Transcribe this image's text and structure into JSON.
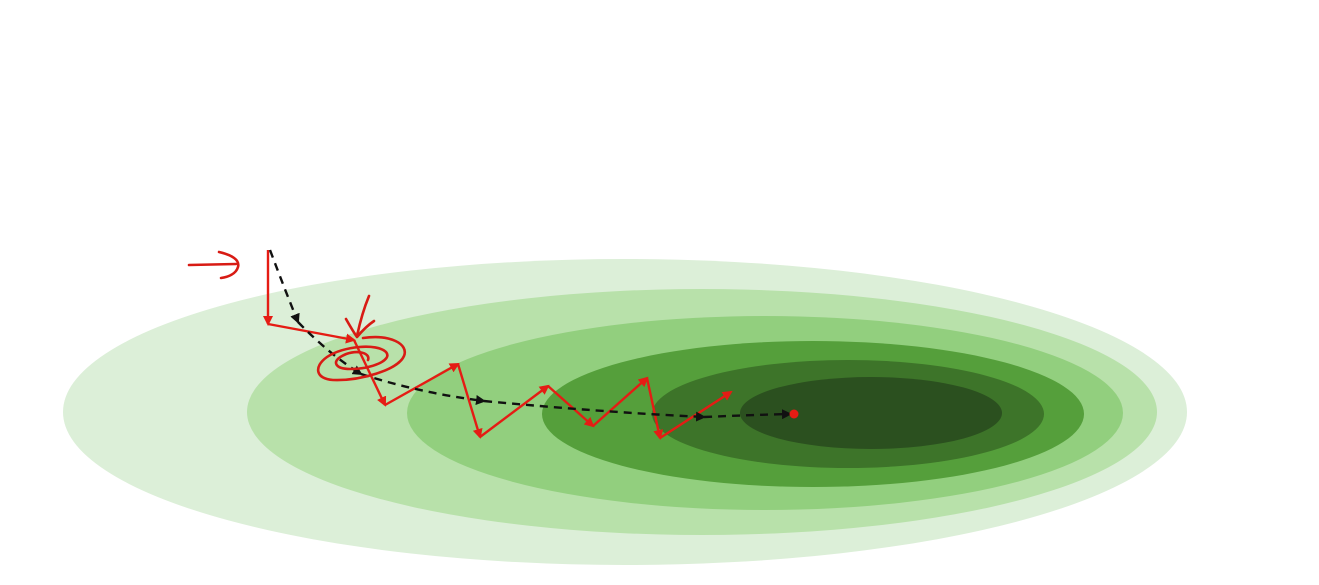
{
  "diagram": {
    "contours": [
      {
        "level": 1,
        "color": "#dcefd8"
      },
      {
        "level": 2,
        "color": "#b8e1aa"
      },
      {
        "level": 3,
        "color": "#92cf7e"
      },
      {
        "level": 4,
        "color": "#559f3b"
      },
      {
        "level": 5,
        "color": "#3d7429"
      },
      {
        "level": 6,
        "color": "#2b501f"
      }
    ],
    "paths": {
      "zigzag": {
        "color": "#e51c14",
        "arrowheads": true
      },
      "smooth": {
        "color": "#111111",
        "style": "dashed",
        "arrowheads": true
      }
    },
    "minimum_marker": {
      "color": "#e51c14"
    },
    "annotations": {
      "color": "#d81b14",
      "items": [
        "arrow-right-scribble",
        "arrow-down-scribble",
        "circle-scribble"
      ]
    }
  }
}
